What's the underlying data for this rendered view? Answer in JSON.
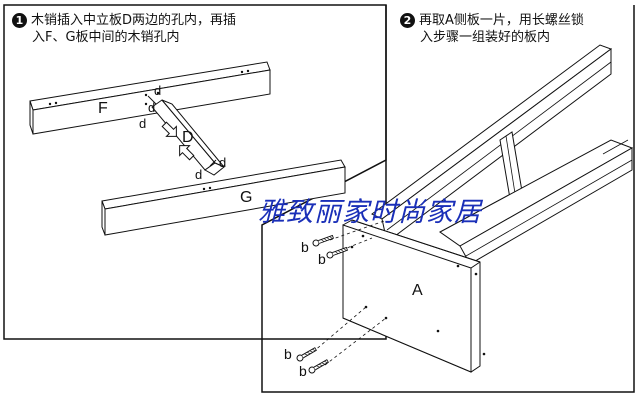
{
  "step1": {
    "number": "1",
    "line1": "木销插入中立板D两边的孔内，再插",
    "line2": "入F、G板中间的木销孔内"
  },
  "step2": {
    "number": "2",
    "line1": "再取A侧板一片，用长螺丝锁",
    "line2": "入步骤一组装好的板内"
  },
  "labels": {
    "board_f": "F",
    "board_d": "D",
    "board_g": "G",
    "board_a": "A",
    "dowel": "d",
    "screw": "b"
  },
  "watermark": "雅致丽家时尚家居",
  "colors": {
    "line": "#111111",
    "panel_fill": "#ffffff",
    "watermark": "#1a2fb8"
  },
  "icons": {
    "step_marker": "black-circle-number",
    "insert_arrows": "outline-arrow-icon",
    "screw": "long-screw-icon"
  }
}
